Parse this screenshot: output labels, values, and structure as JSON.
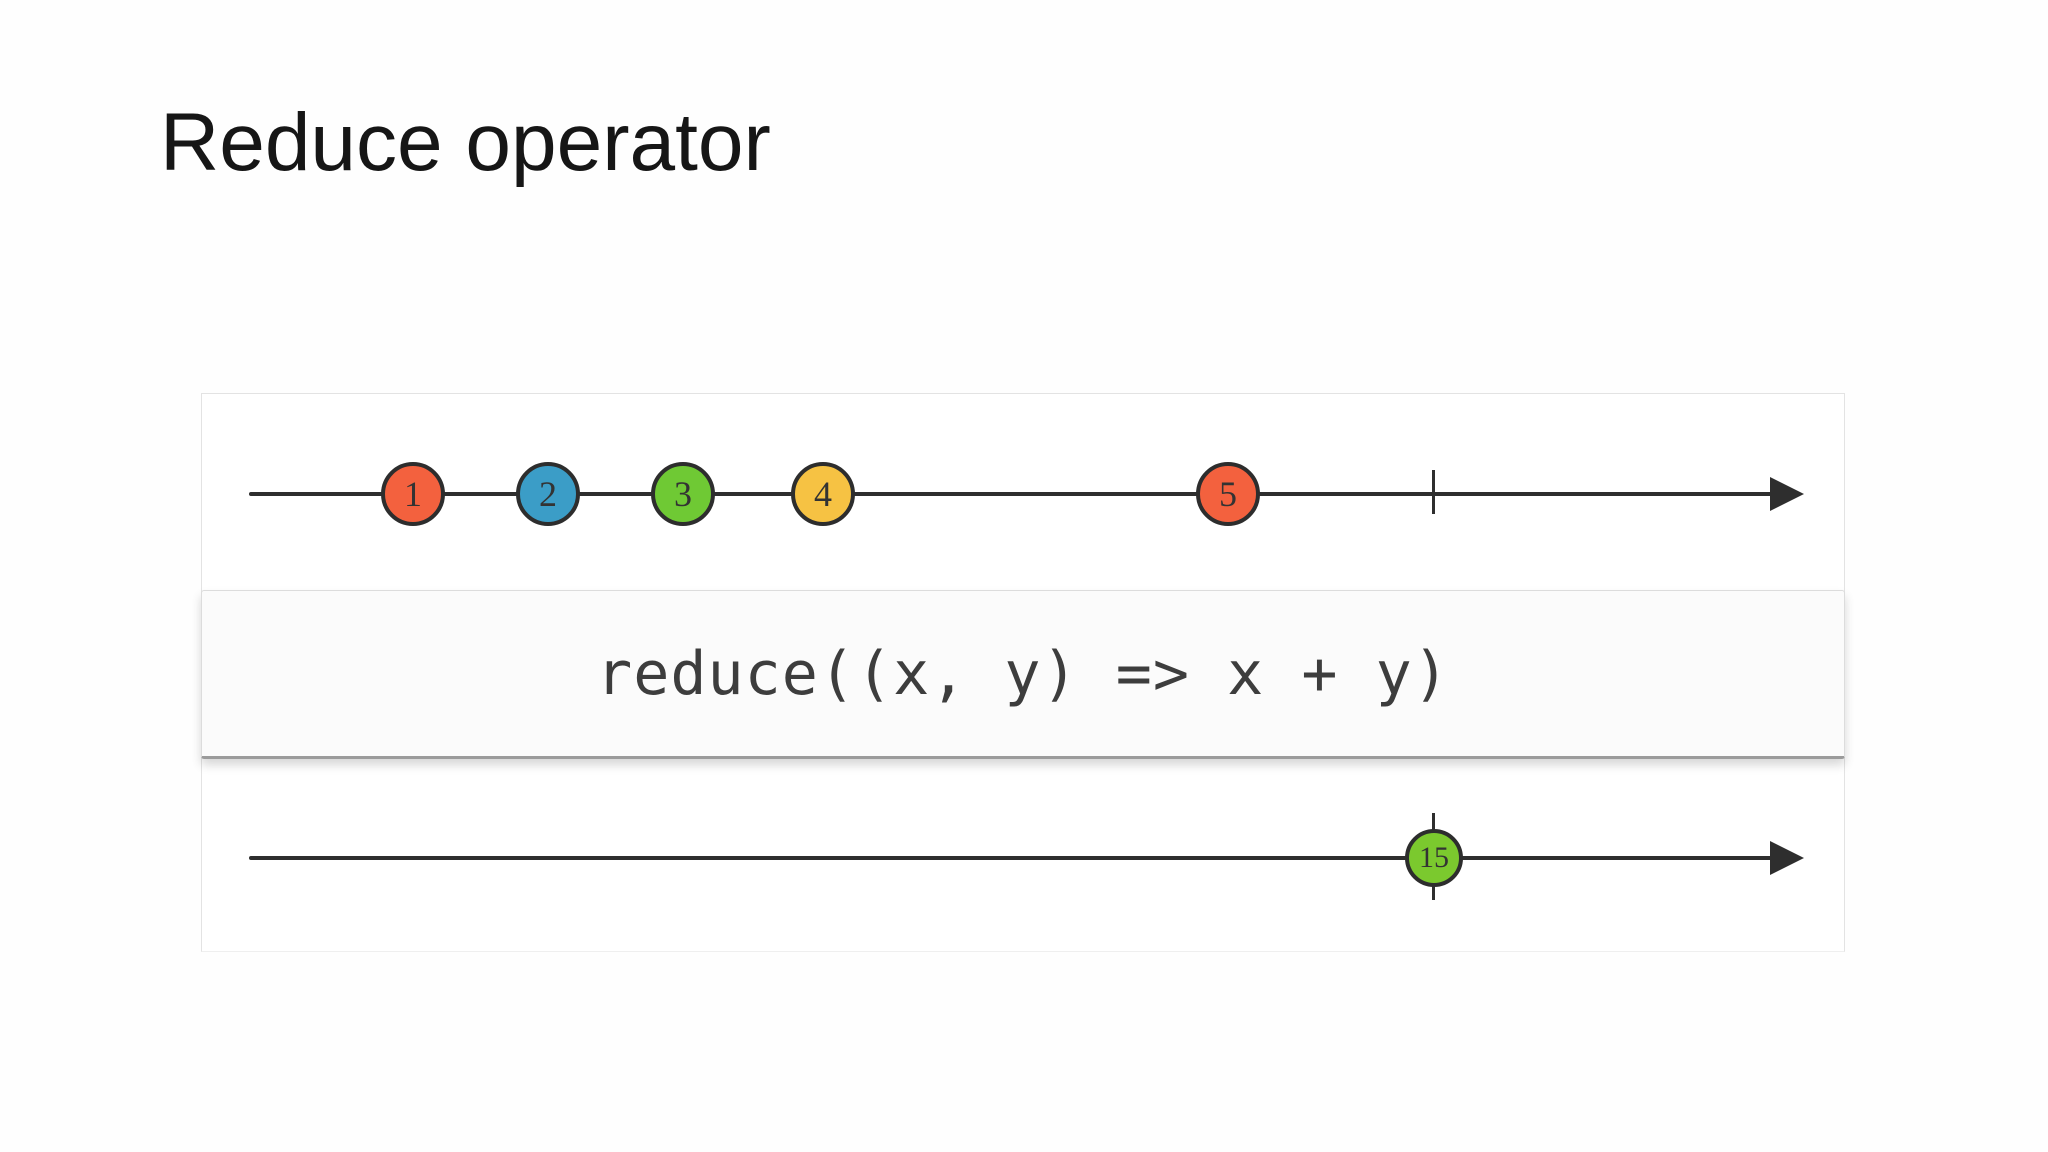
{
  "slide": {
    "title": "Reduce operator"
  },
  "diagram": {
    "operator": {
      "code": "reduce((x, y) => x + y)"
    },
    "input_stream": {
      "marbles": [
        {
          "value": "1",
          "color": "#f3613e"
        },
        {
          "value": "2",
          "color": "#3b9dc7"
        },
        {
          "value": "3",
          "color": "#6fc934"
        },
        {
          "value": "4",
          "color": "#f6c243"
        },
        {
          "value": "5",
          "color": "#f3613e"
        }
      ],
      "completed": true
    },
    "output_stream": {
      "marbles": [
        {
          "value": "15",
          "color": "#7bc92e"
        }
      ],
      "completed": true
    },
    "colors": {
      "timeline": "#2e2e2e",
      "marble_border": "#2d2d2d",
      "box_border": "#e3e3e3",
      "operator_border_bottom": "#9b9b9b"
    }
  }
}
